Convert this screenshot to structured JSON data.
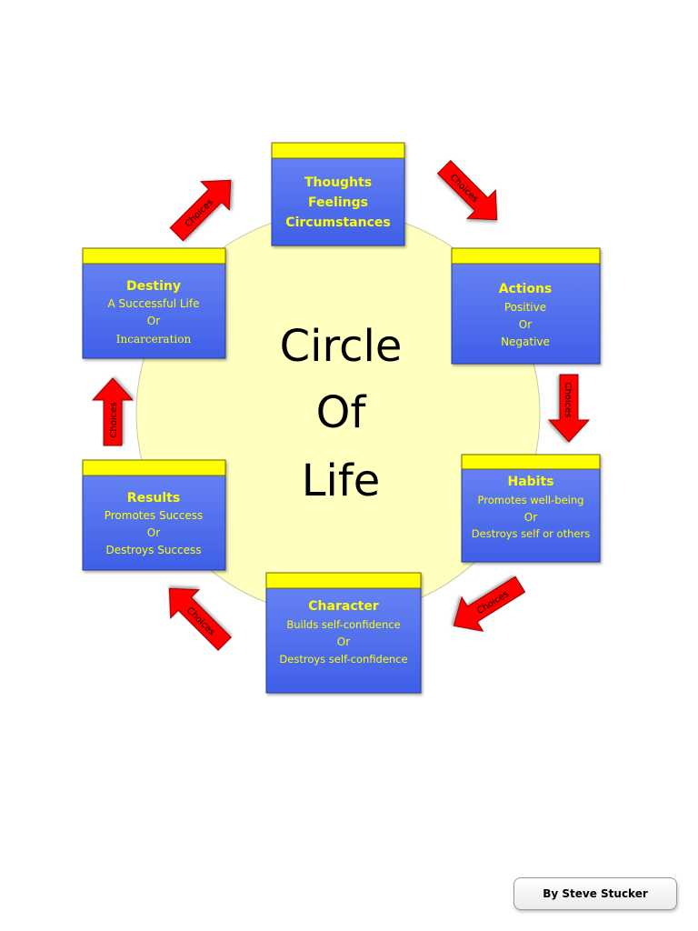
{
  "diagram": {
    "center_lines": [
      "Circle",
      "Of",
      "Life"
    ],
    "arrow_label": "Choices",
    "boxes": [
      {
        "id": "thoughts",
        "title": "",
        "lines": [
          "Thoughts",
          "Feelings",
          "Circumstances"
        ]
      },
      {
        "id": "actions",
        "title": "Actions",
        "lines": [
          "Positive",
          "Or",
          "Negative"
        ]
      },
      {
        "id": "habits",
        "title": "Habits",
        "lines": [
          "Promotes well-being",
          "Or",
          "Destroys self or others"
        ]
      },
      {
        "id": "character",
        "title": "Character",
        "lines": [
          "Builds self-confidence",
          "Or",
          "Destroys self-confidence"
        ]
      },
      {
        "id": "results",
        "title": "Results",
        "lines": [
          "Promotes Success",
          "Or",
          "Destroys Success"
        ]
      },
      {
        "id": "destiny",
        "title": "Destiny",
        "lines": [
          "A Successful Life",
          "Or",
          "Incarceration"
        ]
      }
    ]
  },
  "colors": {
    "circle_fill": "#ffffc0",
    "box_fill": "#4f6ef2",
    "box_header": "#ffff00",
    "box_text": "#ffff00",
    "arrow_fill": "#ff0000"
  },
  "footer": {
    "credit": "By Steve Stucker"
  }
}
